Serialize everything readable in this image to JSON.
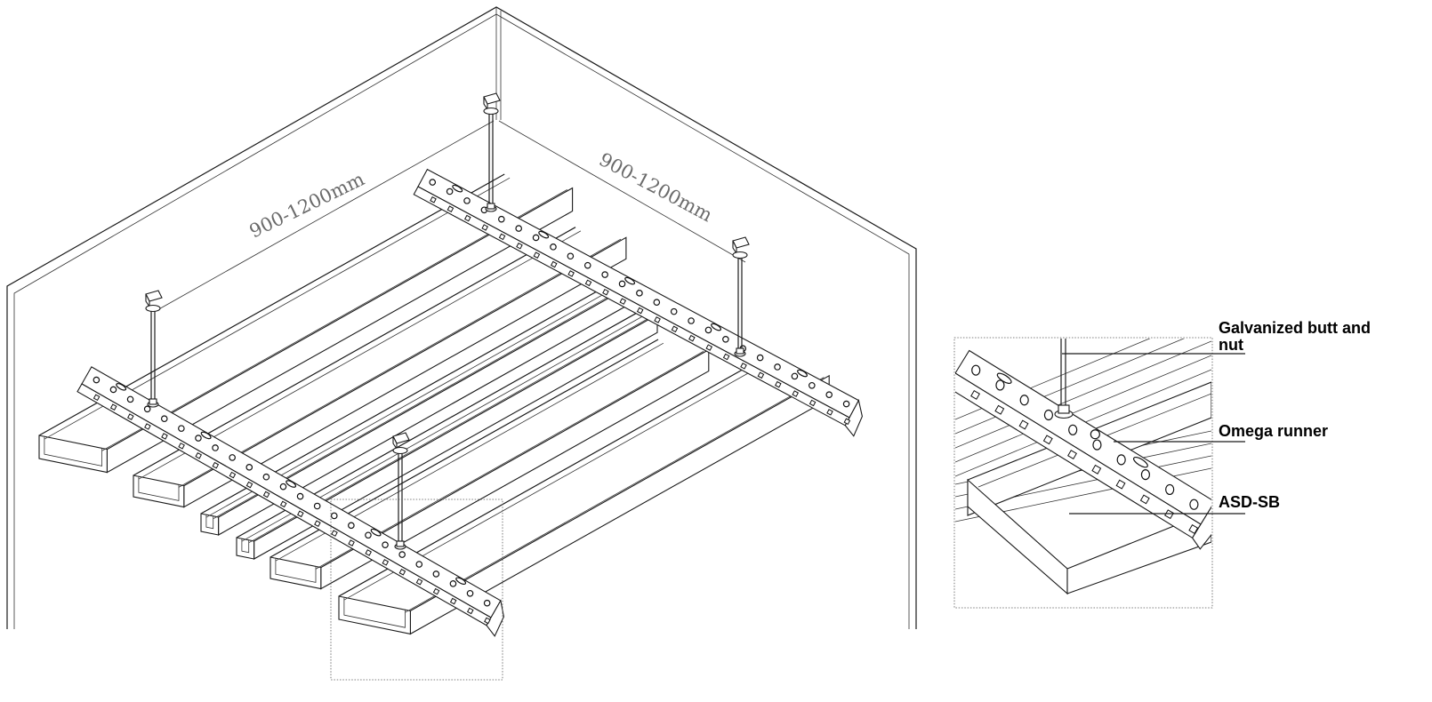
{
  "dimensions": {
    "left_span": "900-1200mm",
    "right_span": "900-1200mm"
  },
  "callouts": {
    "rod": "Galvanized butt and nut",
    "runner": "Omega runner",
    "panel": "ASD-SB"
  },
  "colors": {
    "line": "#1a1a1a",
    "dimension_text": "#6a6a6a",
    "background": "#ffffff"
  },
  "icons": [
    "ceiling-hanger-icon",
    "threaded-rod-icon"
  ]
}
